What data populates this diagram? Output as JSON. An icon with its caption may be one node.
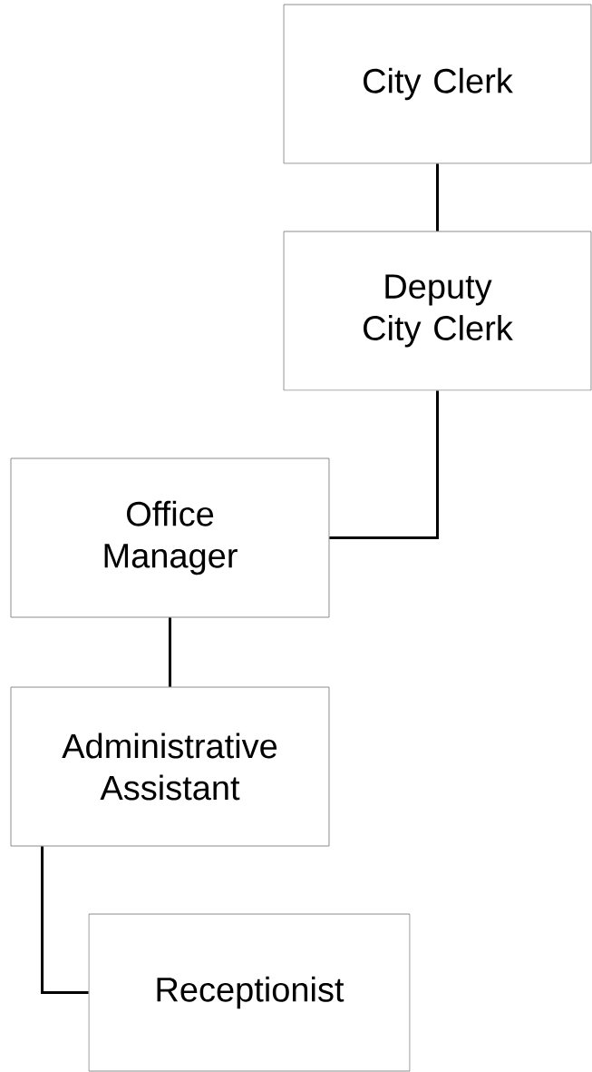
{
  "diagram": {
    "nodes": [
      {
        "text": [
          "City Clerk"
        ]
      },
      {
        "text": [
          "Deputy City Clerk"
        ]
      },
      {
        "text": [
          "Office Manager"
        ]
      },
      {
        "text": [
          "Administrative Assistant"
        ]
      },
      {
        "text": [
          "Receptionist"
        ]
      }
    ],
    "edges": [
      {
        "from": 0,
        "to": 1,
        "arrow": "none"
      },
      {
        "from": 1,
        "to": 2,
        "arrow": "none"
      },
      {
        "from": 2,
        "to": 3,
        "arrow": "none"
      },
      {
        "from": 3,
        "to": 4,
        "arrow": "none"
      }
    ]
  }
}
